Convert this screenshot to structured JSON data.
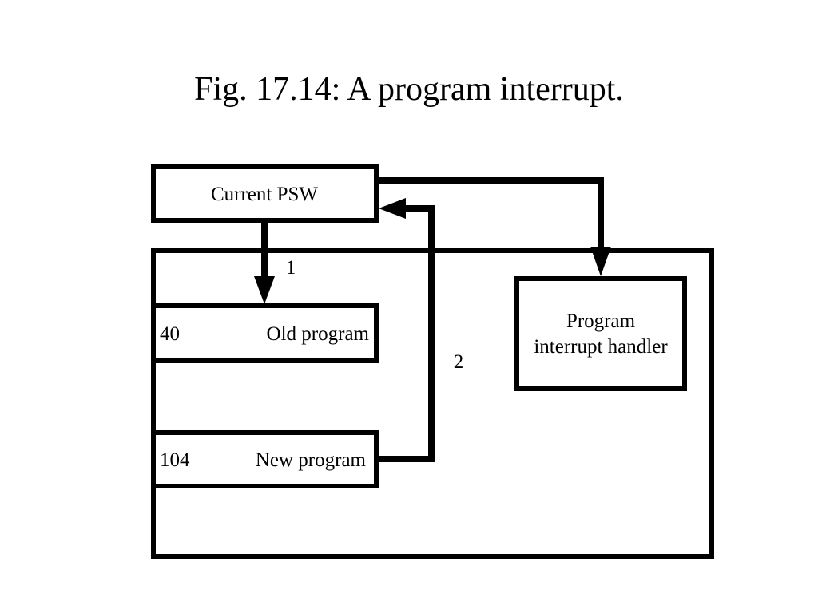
{
  "title": "Fig. 17.14: A program interrupt.",
  "diagram": {
    "current_psw": "Current PSW",
    "old_program": {
      "address": "40",
      "label": "Old program"
    },
    "new_program": {
      "address": "104",
      "label": "New program"
    },
    "handler": {
      "line1": "Program",
      "line2": "interrupt handler"
    },
    "step1": "1",
    "step2": "2"
  },
  "colors": {
    "stroke": "#000000",
    "background": "#ffffff"
  }
}
